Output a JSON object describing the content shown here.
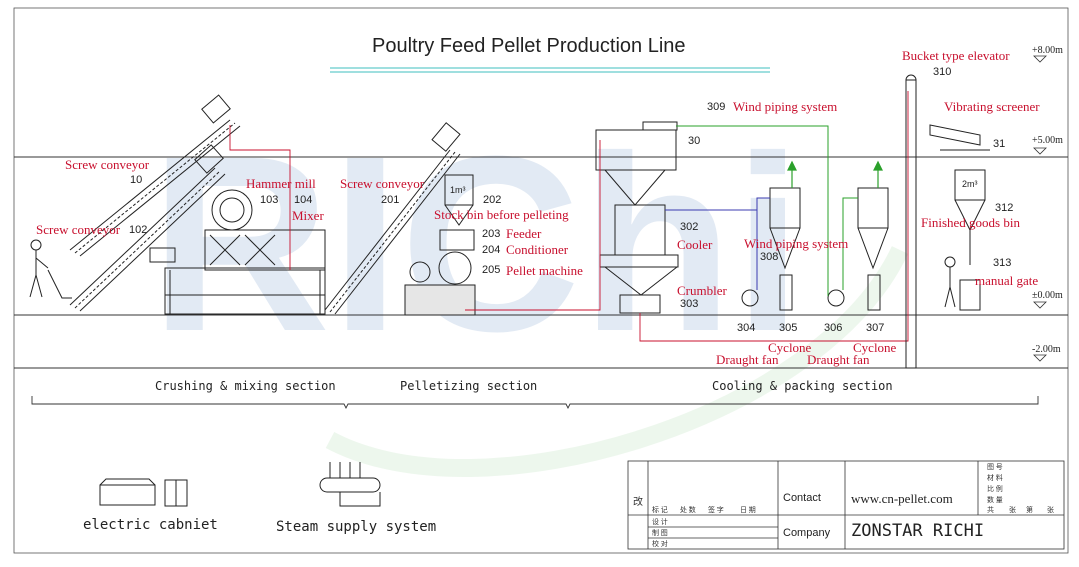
{
  "title": "Poultry Feed Pellet Production Line",
  "levels": [
    "+8.00m",
    "+5.00m",
    "±0.00m",
    "-2.00m"
  ],
  "sections": [
    "Crushing & mixing section",
    "Pelletizing section",
    "Cooling & packing section"
  ],
  "equipment": {
    "screw_conveyor_10": {
      "name": "Screw conveyor",
      "num": "10"
    },
    "screw_conveyor_102": {
      "name": "Screw conveyor",
      "num": "102"
    },
    "hammer_mill": {
      "name": "Hammer mill",
      "num": "103"
    },
    "mixer": {
      "name": "Mixer",
      "num": "104"
    },
    "screw_conveyor_201": {
      "name": "Screw conveyor",
      "num": "201"
    },
    "stock_bin": {
      "name": "Stock bin before pelleting",
      "num": "202",
      "cap": "1m³"
    },
    "feeder": {
      "name": "Feeder",
      "num": "203"
    },
    "conditioner": {
      "name": "Conditioner",
      "num": "204"
    },
    "pellet_machine": {
      "name": "Pellet machine",
      "num": "205"
    },
    "item_30": {
      "num": "30"
    },
    "cooler": {
      "name": "Cooler",
      "num": "302"
    },
    "crumbler": {
      "name": "Crumbler",
      "num": "303"
    },
    "draught_fan_304": {
      "name": "Draught fan",
      "num": "304"
    },
    "cyclone_305": {
      "name": "Cyclone",
      "num": "305"
    },
    "draught_fan_306": {
      "name": "Draught fan",
      "num": "306"
    },
    "cyclone_307": {
      "name": "Cyclone",
      "num": "307"
    },
    "wind_piping_308": {
      "name": "Wind piping system",
      "num": "308"
    },
    "wind_piping_309": {
      "name": "Wind piping system",
      "num": "309"
    },
    "bucket_elevator": {
      "name": "Bucket type elevator",
      "num": "310"
    },
    "vibrating_screener": {
      "name": "Vibrating screener",
      "num": "31"
    },
    "finished_bin": {
      "name": "Finished goods bin",
      "num": "312",
      "cap": "2m³"
    },
    "manual_gate": {
      "name": "manual gate",
      "num": "313"
    }
  },
  "legend": {
    "electric_cabinet": "electric cabniet",
    "steam_supply": "Steam supply system"
  },
  "title_block": {
    "change_mark": "改",
    "row_labels": [
      "标 记",
      "处 数",
      "签 字",
      "日 期"
    ],
    "left_labels": [
      "设 计",
      "制 图",
      "校 对"
    ],
    "right_labels": [
      "图 号",
      "材 料",
      "比 例",
      "数 量"
    ],
    "sheet_labels": [
      "共",
      "张",
      "第",
      "张"
    ],
    "contact_label": "Contact",
    "contact_value": "www.cn-pellet.com",
    "company_label": "Company",
    "company_value": "ZONSTAR RICHI"
  }
}
